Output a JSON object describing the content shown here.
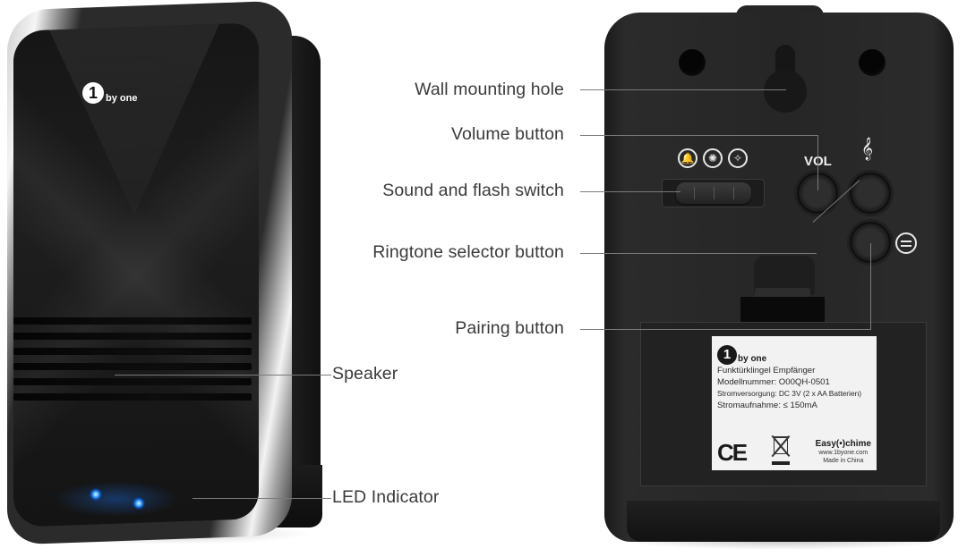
{
  "front_device": {
    "brand_logo_digit": "1",
    "brand_logo_text": "by one",
    "led_color": "#3fa9ff",
    "callouts": [
      {
        "id": "speaker",
        "label": "Speaker"
      },
      {
        "id": "led",
        "label": "LED Indicator"
      }
    ]
  },
  "back_device": {
    "vol_label": "VOL",
    "ringtone_icon": "treble-clef-icon",
    "clef_glyph": "𝄞",
    "mode_icons": [
      {
        "name": "bell-icon",
        "glyph": "🔔"
      },
      {
        "name": "flash-icon",
        "glyph": "✺"
      },
      {
        "name": "bell-flash-icon",
        "glyph": "✧"
      }
    ],
    "callouts": [
      {
        "id": "wall-mount",
        "label": "Wall mounting hole"
      },
      {
        "id": "volume",
        "label": "Volume button"
      },
      {
        "id": "sound-flash",
        "label": "Sound and flash switch"
      },
      {
        "id": "ringtone",
        "label": "Ringtone selector button"
      },
      {
        "id": "pairing",
        "label": "Pairing button"
      }
    ],
    "spec_label": {
      "logo_digit": "1",
      "logo_text": "by one",
      "lines": [
        "Funktürklingel Empfänger",
        "Modellnummer: O00QH-0501",
        "Stromversorgung: DC 3V (2 x AA Batterien)",
        "Stromaufnahme: ≤ 150mA"
      ],
      "ce_mark": "CE",
      "brand": "Easy(•)chime",
      "website": "www.1byone.com",
      "origin": "Made in China"
    }
  },
  "colors": {
    "label_text": "#3a3a3a",
    "leader_line": "#7a7a7a",
    "device_body": "#262626"
  }
}
